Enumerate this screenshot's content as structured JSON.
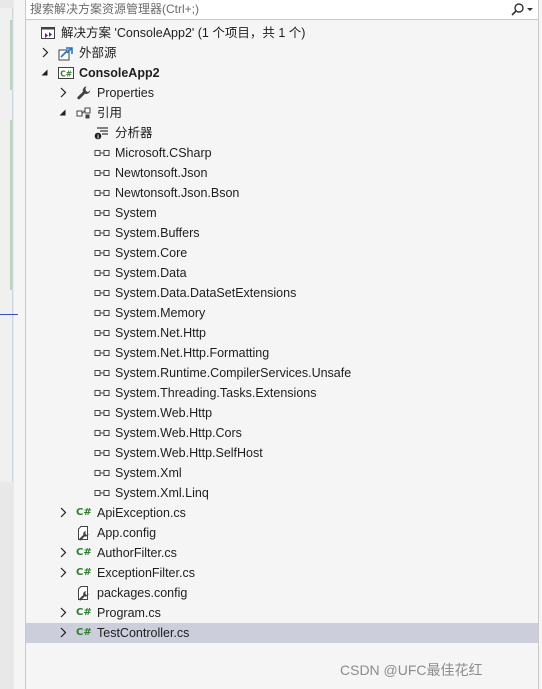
{
  "search": {
    "placeholder": "搜索解决方案资源管理器(Ctrl+;)"
  },
  "tree": {
    "solution_label": "解决方案 'ConsoleApp2' (1 个项目，共 1 个)",
    "external_sources": "外部源",
    "project": "ConsoleApp2",
    "properties": "Properties",
    "references": "引用",
    "analyzers": "分析器",
    "references_list": [
      "Microsoft.CSharp",
      "Newtonsoft.Json",
      "Newtonsoft.Json.Bson",
      "System",
      "System.Buffers",
      "System.Core",
      "System.Data",
      "System.Data.DataSetExtensions",
      "System.Memory",
      "System.Net.Http",
      "System.Net.Http.Formatting",
      "System.Runtime.CompilerServices.Unsafe",
      "System.Threading.Tasks.Extensions",
      "System.Web.Http",
      "System.Web.Http.Cors",
      "System.Web.Http.SelfHost",
      "System.Xml",
      "System.Xml.Linq"
    ],
    "files": [
      {
        "label": "ApiException.cs",
        "icon": "csharp-file-icon",
        "expandable": true,
        "selected": false
      },
      {
        "label": "App.config",
        "icon": "config-file-icon",
        "expandable": false,
        "selected": false
      },
      {
        "label": "AuthorFilter.cs",
        "icon": "csharp-file-icon",
        "expandable": true,
        "selected": false
      },
      {
        "label": "ExceptionFilter.cs",
        "icon": "csharp-file-icon",
        "expandable": true,
        "selected": false
      },
      {
        "label": "packages.config",
        "icon": "config-file-icon",
        "expandable": false,
        "selected": false
      },
      {
        "label": "Program.cs",
        "icon": "csharp-file-icon",
        "expandable": true,
        "selected": false
      },
      {
        "label": "TestController.cs",
        "icon": "csharp-file-icon",
        "expandable": true,
        "selected": true
      }
    ],
    "csharp_glyph": "C#",
    "project_glyph": "C#"
  },
  "watermark": "CSDN @UFC最佳花红",
  "colors": {
    "selected_row": "#cccedb",
    "csharp_green": "#2d7d2d",
    "accent_purple": "#68217a"
  }
}
